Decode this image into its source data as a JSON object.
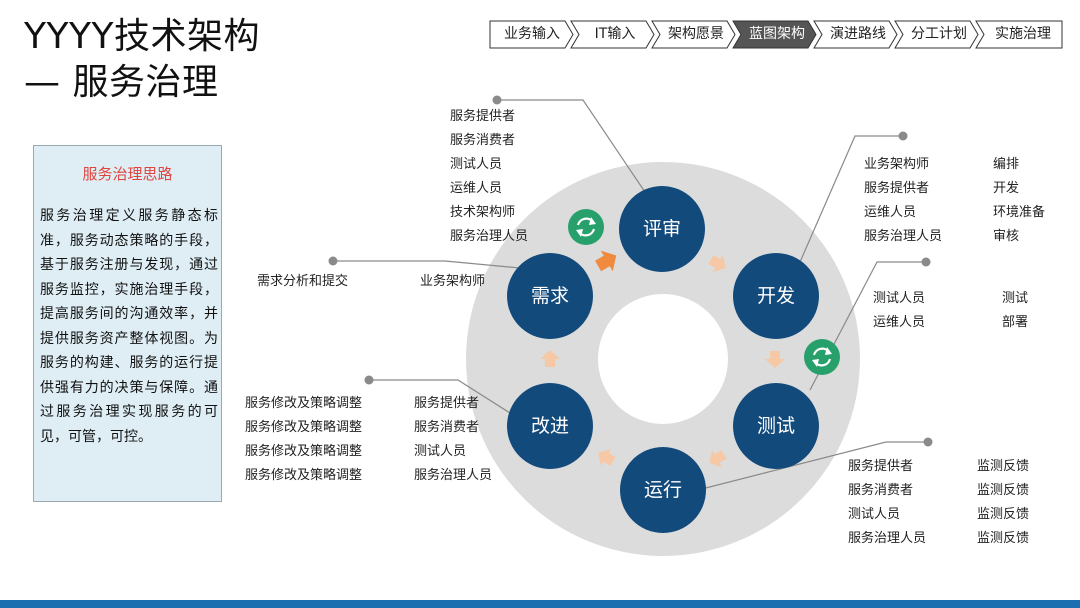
{
  "header": {
    "title_line1": "YYYY技术架构",
    "title_line2": "— 服务治理"
  },
  "breadcrumb": {
    "items": [
      "业务输入",
      "IT输入",
      "架构愿景",
      "蓝图架构",
      "演进路线",
      "分工计划",
      "实施治理"
    ],
    "active_index": 3,
    "active_color": "#555555"
  },
  "info_box": {
    "title": "服务治理思路",
    "body": "服务治理定义服务静态标准，服务动态策略的手段，基于服务注册与发现，通过服务监控，实施治理手段，提高服务间的沟通效率，并提供服务资产整体视图。为服务的构建、服务的运行提供强有力的决策与保障。通过服务治理实现服务的可见，可管，可控。"
  },
  "cycle": {
    "nodes": {
      "review": "评审",
      "develop": "开发",
      "test": "测试",
      "run": "运行",
      "improve": "改进",
      "demand": "需求"
    },
    "colors": {
      "node": "#134a7c",
      "ring": "#dcdcdc",
      "arrow": "#f6c8a6",
      "arrow_strong": "#f08a3e",
      "cycle_icon": "#27a06b"
    }
  },
  "annotations": {
    "review": {
      "roles": [
        "服务提供者",
        "服务消费者",
        "测试人员",
        "运维人员",
        "技术架构师",
        "服务治理人员"
      ]
    },
    "develop": {
      "roles": [
        "业务架构师",
        "服务提供者",
        "运维人员",
        "服务治理人员"
      ],
      "actions": [
        "编排",
        "开发",
        "环境准备",
        "审核"
      ]
    },
    "test": {
      "roles": [
        "测试人员",
        "运维人员"
      ],
      "actions": [
        "测试",
        "部署"
      ]
    },
    "demand": {
      "action": "需求分析和提交",
      "role": "业务架构师"
    },
    "improve": {
      "actions": [
        "服务修改及策略调整",
        "服务修改及策略调整",
        "服务修改及策略调整",
        "服务修改及策略调整"
      ],
      "roles": [
        "服务提供者",
        "服务消费者",
        "测试人员",
        "服务治理人员"
      ]
    },
    "run": {
      "roles": [
        "服务提供者",
        "服务消费者",
        "测试人员",
        "服务治理人员"
      ],
      "actions": [
        "监测反馈",
        "监测反馈",
        "监测反馈",
        "监测反馈"
      ]
    }
  }
}
